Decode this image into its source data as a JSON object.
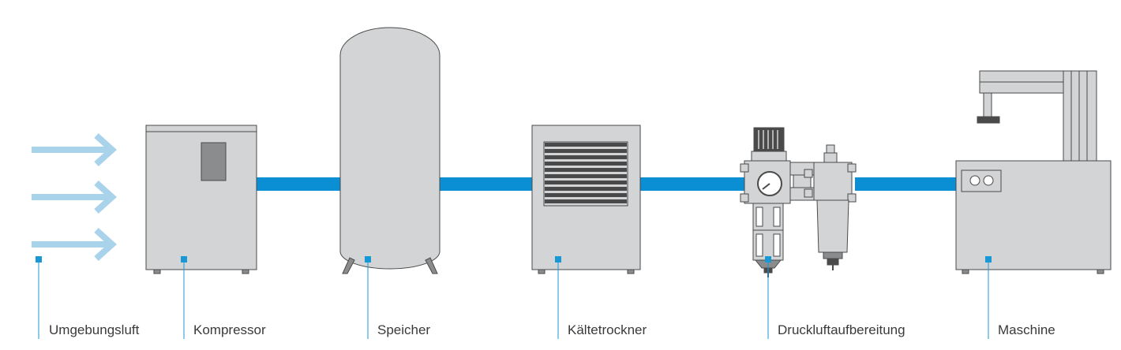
{
  "colors": {
    "pipe": "#0a8fd4",
    "accent": "#1899d6",
    "air": "#a9d3ea",
    "machine_fill": "#d3d4d5",
    "outline": "#4a4a4a"
  },
  "stations": [
    {
      "id": "ambient-air",
      "label": "Umgebungsluft",
      "icon": "air-arrows-icon"
    },
    {
      "id": "compressor",
      "label": "Kompressor",
      "icon": "compressor-icon"
    },
    {
      "id": "receiver",
      "label": "Speicher",
      "icon": "air-tank-icon"
    },
    {
      "id": "refrigeration-dryer",
      "label": "Kältetrockner",
      "icon": "refrigeration-dryer-icon"
    },
    {
      "id": "air-preparation",
      "label": "Druckluftaufbereitung",
      "icon": "filter-regulator-unit-icon"
    },
    {
      "id": "machine",
      "label": "Maschine",
      "icon": "machine-icon"
    }
  ]
}
